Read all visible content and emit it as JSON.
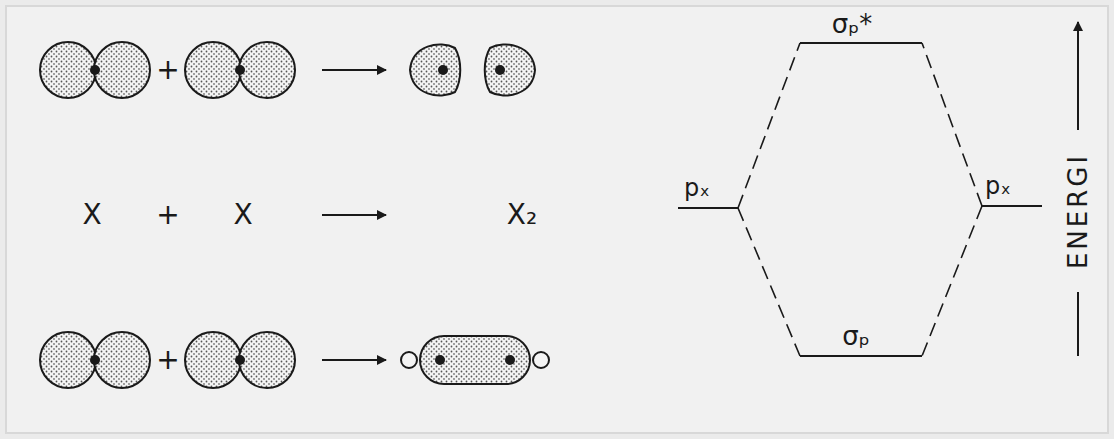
{
  "diagram": {
    "labels": [
      "+",
      "σₚ*",
      "X",
      "+",
      "X",
      "X₂",
      "pₓ",
      "pₓ",
      "ENERGI",
      "+",
      "σₚ"
    ]
  }
}
